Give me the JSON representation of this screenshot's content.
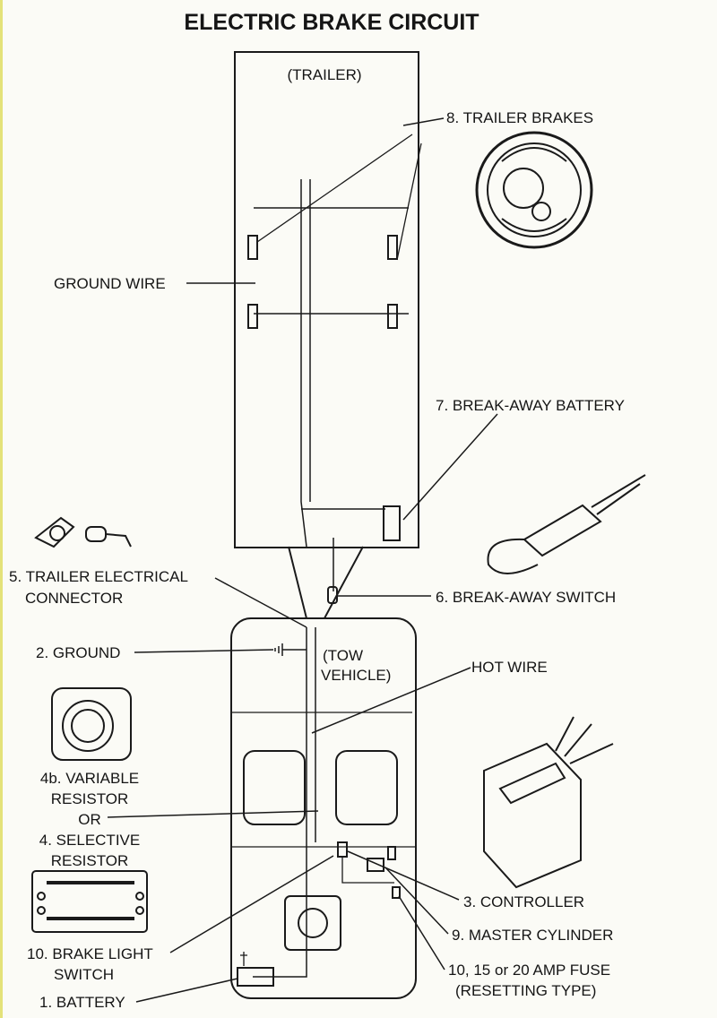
{
  "title": "ELECTRIC BRAKE CIRCUIT",
  "trailer_label": "(TRAILER)",
  "tow_vehicle_label": [
    "(TOW",
    "VEHICLE)"
  ],
  "labels": {
    "trailer_brakes": "8. TRAILER BRAKES",
    "ground_wire": "GROUND WIRE",
    "breakaway_battery": "7. BREAK-AWAY BATTERY",
    "trailer_connector": [
      "5. TRAILER ELECTRICAL",
      "CONNECTOR"
    ],
    "breakaway_switch": "6. BREAK-AWAY SWITCH",
    "ground": "2. GROUND",
    "hot_wire": "HOT WIRE",
    "variable_resistor": [
      "4b.  VARIABLE",
      "RESISTOR"
    ],
    "or": "OR",
    "selective_resistor": [
      "4.  SELECTIVE",
      "RESISTOR"
    ],
    "controller": "3. CONTROLLER",
    "master_cylinder": "9. MASTER CYLINDER",
    "brake_light_switch": [
      "10. BRAKE LIGHT",
      "SWITCH"
    ],
    "fuse": [
      "10, 15 or 20 AMP FUSE",
      "(RESETTING TYPE)"
    ],
    "battery": "1. BATTERY"
  },
  "colors": {
    "ink": "#1a1a1a",
    "paper": "#fbfbf6"
  }
}
